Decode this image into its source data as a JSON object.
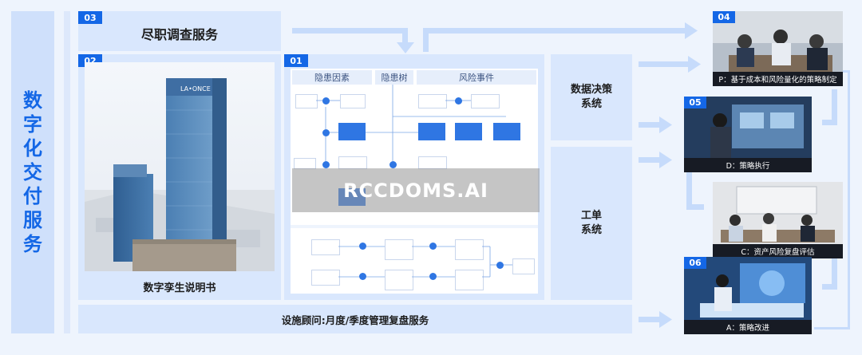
{
  "left_title": "数字化交付服务",
  "boxes": {
    "b03": {
      "num": "03",
      "label": "尽职调查服务"
    },
    "b02": {
      "num": "02",
      "label": "数字孪生说明书"
    },
    "b01": {
      "num": "01"
    },
    "data_decision": "数据决策系统",
    "work_order": "工单系统",
    "facility": "设施顾问:月度/季度管理复盘服务"
  },
  "flow_panel": {
    "columns": [
      "隐患因素",
      "隐患树",
      "风险事件"
    ],
    "watermark": "RCCDOMS.AI"
  },
  "tower_sign": "LA•ONCE",
  "right_cards": [
    {
      "num": "04",
      "caption": "P：基于成本和风险量化的策略制定"
    },
    {
      "num": "05",
      "caption": "D：策略执行"
    },
    {
      "num": "",
      "caption": "C：资产风险复盘评估"
    },
    {
      "num": "06",
      "caption": "A：策略改进"
    }
  ],
  "colors": {
    "accent": "#1467e6",
    "panel": "#d9e7fd",
    "arrow": "#c6dbfb"
  }
}
